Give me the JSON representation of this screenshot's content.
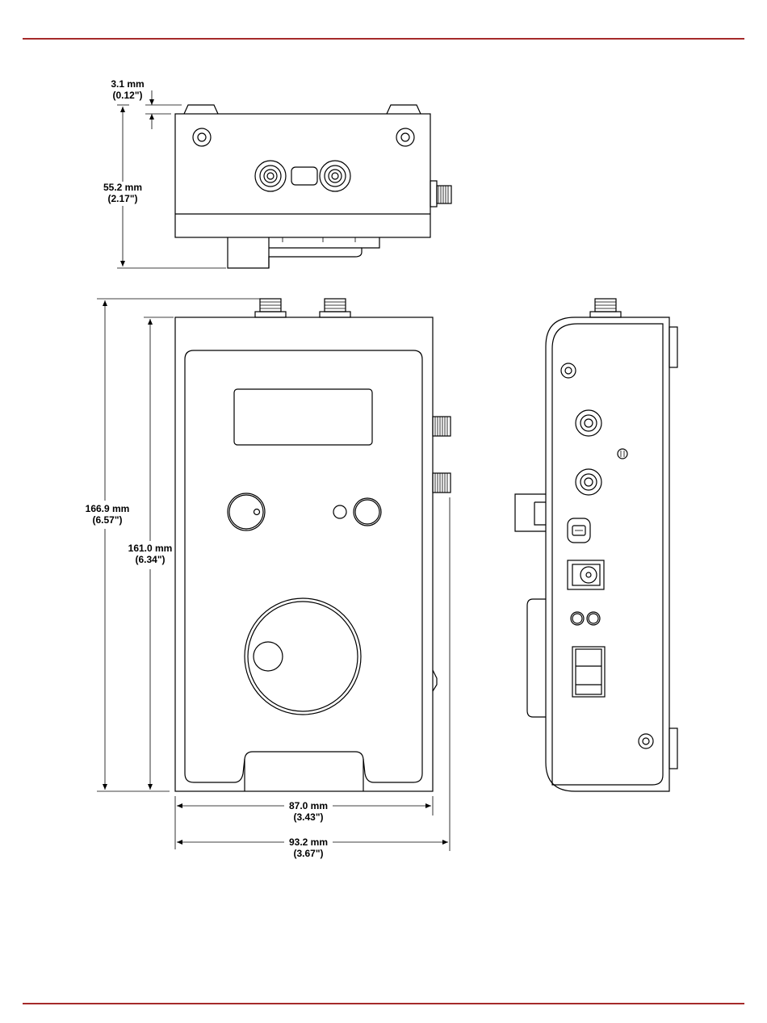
{
  "colors": {
    "rule": "#a52a2a",
    "line": "#000000"
  },
  "dimensions": {
    "top_offset": {
      "mm": "3.1 mm",
      "in": "(0.12\")"
    },
    "top_height": {
      "mm": "55.2 mm",
      "in": "(2.17\")"
    },
    "front_overall_height": {
      "mm": "166.9 mm",
      "in": "(6.57\")"
    },
    "front_body_height": {
      "mm": "161.0 mm",
      "in": "(6.34\")"
    },
    "front_body_width": {
      "mm": "87.0 mm",
      "in": "(3.43\")"
    },
    "front_overall_width": {
      "mm": "93.2 mm",
      "in": "(3.67\")"
    }
  }
}
